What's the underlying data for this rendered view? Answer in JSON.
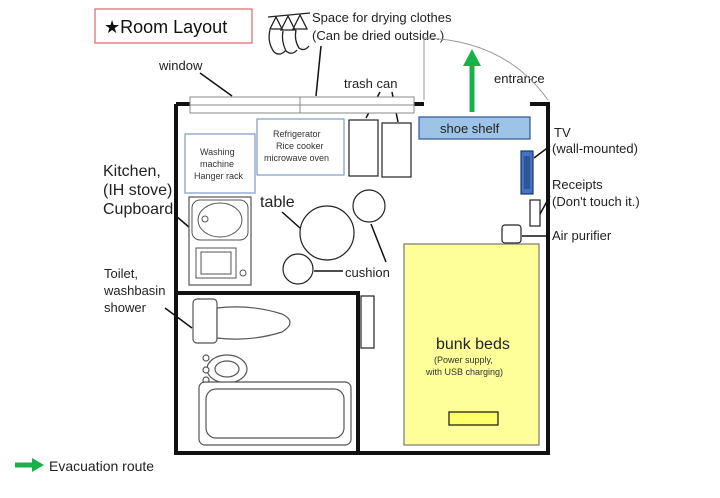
{
  "title": "★Room Layout",
  "labels": {
    "drying_line1": "Space for drying clothes",
    "drying_line2": "(Can be dried outside.)",
    "window": "window",
    "trash_can": "trash can",
    "entrance": "entrance",
    "shoe_shelf": "shoe shelf",
    "tv_line1": "TV",
    "tv_line2": "(wall-mounted)",
    "receipts_line1": "Receipts",
    "receipts_line2": "(Don't touch it.)",
    "air_purifier": "Air purifier",
    "washing_line1": "Washing",
    "washing_line2": "machine",
    "washing_line3": "Hanger rack",
    "fridge_line1": "Refrigerator",
    "fridge_line2": "Rice cooker",
    "fridge_line3": "microwave oven",
    "kitchen_line1": "Kitchen,",
    "kitchen_line2": "(IH stove)",
    "kitchen_line3": "Cupboard",
    "table": "table",
    "cushion": "cushion",
    "toilet_line1": "Toilet,",
    "toilet_line2": "washbasin",
    "toilet_line3": "shower",
    "bunk_beds": "bunk beds",
    "bunk_line1": "(Power supply,",
    "bunk_line2": "with USB charging)",
    "evacuation": "Evacuation route"
  },
  "colors": {
    "evacuation_arrow": "#17b34a",
    "shoe_shelf_fill": "#9dc3e6",
    "shoe_shelf_border": "#2f5597",
    "bunk_fill": "#ffff99",
    "tv_fill": "#4472c4",
    "title_border": "#e06666"
  },
  "icons": [
    "hanger-icon",
    "evacuation-arrow-icon"
  ]
}
